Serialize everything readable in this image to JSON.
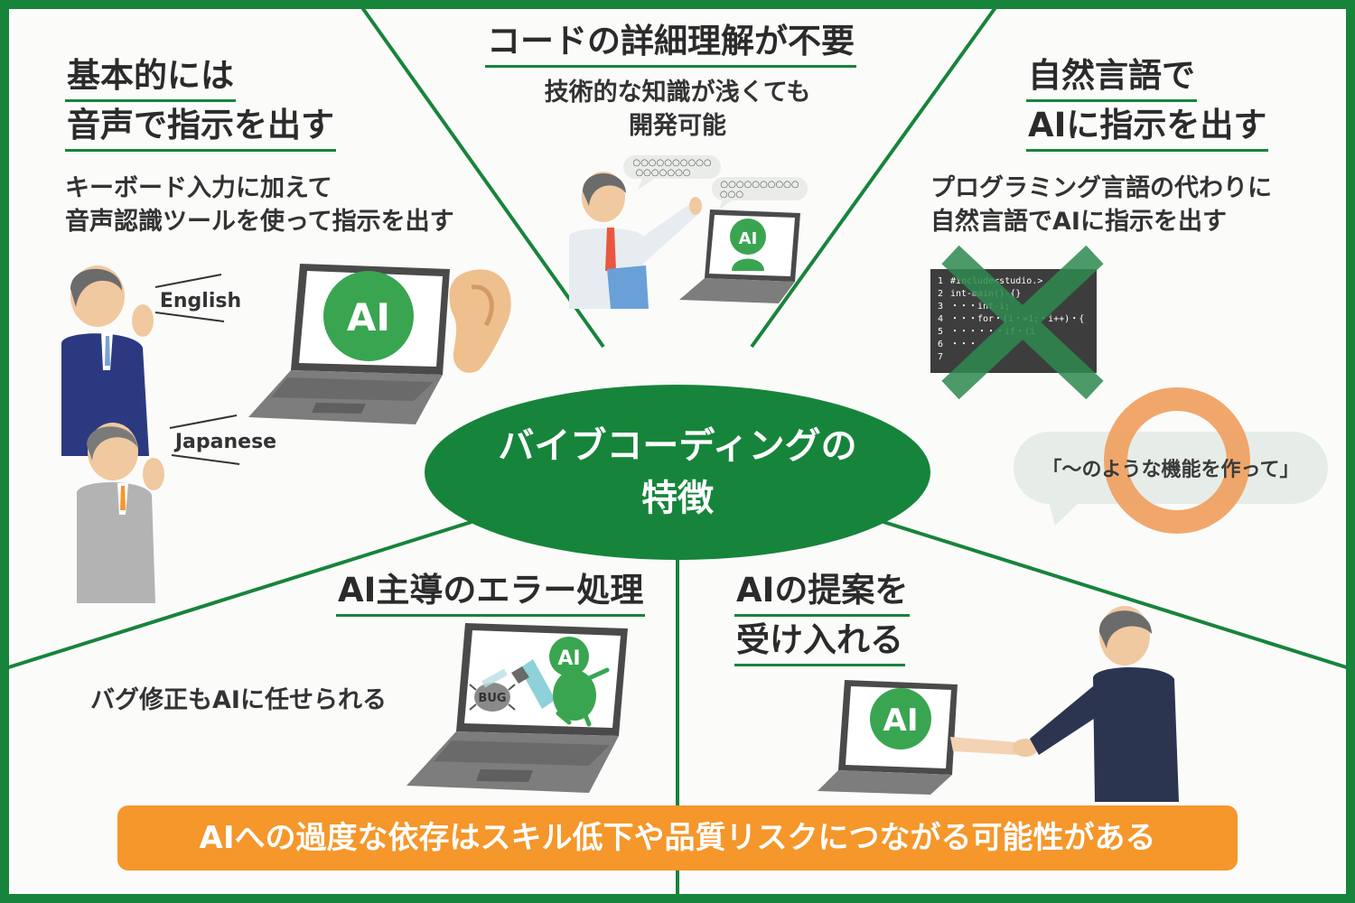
{
  "center": {
    "line1": "バイブコーディングの",
    "line2": "特徴"
  },
  "sections": {
    "voice": {
      "title1": "基本的には",
      "title2": "音声で指示を出す",
      "desc1": "キーボード入力に加えて",
      "desc2": "音声認識ツールを使って指示を出す",
      "lang1": "English",
      "lang2": "Japanese",
      "ai": "AI"
    },
    "code": {
      "title": "コードの詳細理解が不要",
      "desc1": "技術的な知識が浅くても",
      "desc2": "開発可能",
      "bubble1": "○○○○○○○○○○",
      "bubble1b": "○○○○○○○",
      "bubble2": "○○○○○○○○○○",
      "bubble2b": "○○○",
      "ai": "AI"
    },
    "natural": {
      "title1": "自然言語で",
      "title2": "AIに指示を出す",
      "desc1": "プログラミング言語の代わりに",
      "desc2": "自然言語でAIに指示を出す",
      "speech": "「〜のような機能を作って」",
      "code_lines": [
        "#include<studio.>",
        "int-main()-{}",
        "・・・int-i;",
        "・・・for・(i・=1;・i++)・{",
        "・・・・・・if・(i",
        "・・・",
        ""
      ],
      "line_numbers": [
        "1",
        "2",
        "3",
        "4",
        "5",
        "6",
        "7"
      ]
    },
    "error": {
      "title": "AI主導のエラー処理",
      "desc": "バグ修正もAIに任せられる",
      "bug": "BUG",
      "ai": "AI"
    },
    "accept": {
      "title1": "AIの提案を",
      "title2": "受け入れる",
      "ai": "AI"
    }
  },
  "banner": "AIへの過度な依存はスキル低下や品質リスクにつながる可能性がある",
  "colors": {
    "green": "#17843b",
    "ai_green": "#3aa550",
    "orange": "#f5972b",
    "ring": "#f0a060"
  }
}
